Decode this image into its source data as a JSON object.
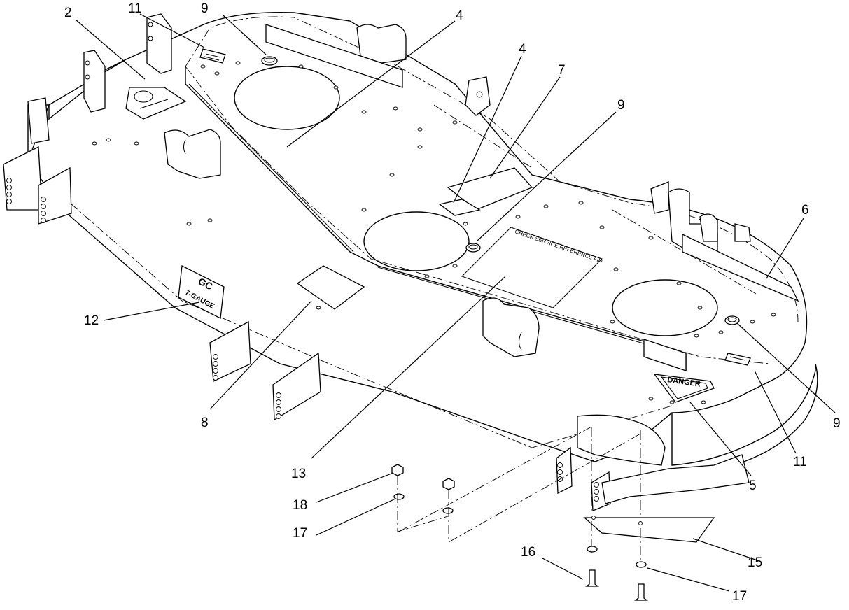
{
  "callouts": {
    "c2": "2",
    "c11_top": "11",
    "c9_top": "9",
    "c4_top": "4",
    "c4_mid": "4",
    "c7": "7",
    "c9_mid": "9",
    "c6": "6",
    "c12": "12",
    "c8": "8",
    "c13": "13",
    "c18": "18",
    "c17_left": "17",
    "c16": "16",
    "c17_right": "17",
    "c15": "15",
    "c5": "5",
    "c11_right": "11",
    "c9_right": "9"
  },
  "decals": {
    "service_reference": "CHECK SERVICE REFERENCE AID",
    "danger": "DANGER",
    "gauge_top": "GC",
    "gauge_bottom": "7-GAUGE"
  },
  "colors": {
    "line": "#000000",
    "background": "#ffffff"
  }
}
